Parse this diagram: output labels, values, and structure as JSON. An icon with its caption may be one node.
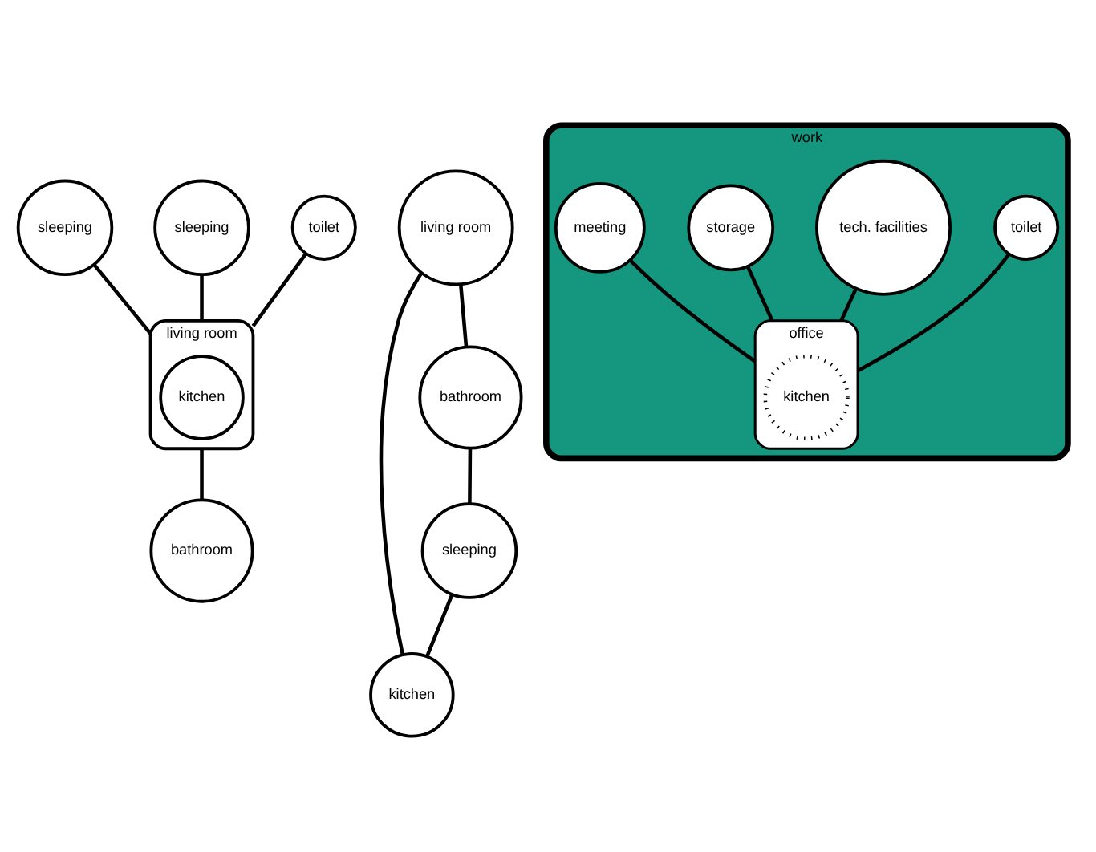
{
  "diagram": {
    "nodes": [
      {
        "text": [
          "living room"
        ]
      },
      {
        "text": [
          "sleeping"
        ]
      },
      {
        "text": [
          "sleeping"
        ]
      },
      {
        "text": [
          "toilet"
        ]
      },
      {
        "text": [
          "kitchen"
        ],
        "in": 0
      },
      {
        "text": [
          "bathroom"
        ]
      },
      {
        "text": [
          "living room"
        ]
      },
      {
        "text": [
          "kitchen"
        ]
      },
      {
        "text": [
          "bathroom"
        ]
      },
      {
        "text": [
          "sleeping"
        ]
      },
      {
        "text": [
          "work"
        ]
      },
      {
        "text": [
          "office"
        ],
        "in": 10
      },
      {
        "text": [
          "kitchen"
        ],
        "in": 11
      },
      {
        "text": [
          "toilet"
        ],
        "in": 10
      },
      {
        "text": [
          "tech. facilities"
        ],
        "in": 10
      },
      {
        "text": [
          "storage"
        ],
        "in": 10
      },
      {
        "text": [
          "meeting"
        ],
        "in": 10
      }
    ],
    "edges": [
      {
        "from": 1,
        "to": 0,
        "arrow": "none"
      },
      {
        "from": 2,
        "to": 0,
        "arrow": "none"
      },
      {
        "from": 3,
        "to": 0,
        "arrow": "none"
      },
      {
        "from": 0,
        "to": 5,
        "arrow": "none"
      },
      {
        "from": 6,
        "to": 7,
        "arrow": "none"
      },
      {
        "from": 6,
        "to": 8,
        "arrow": "none"
      },
      {
        "from": 8,
        "to": 9,
        "arrow": "none"
      },
      {
        "from": 9,
        "to": 7,
        "arrow": "none"
      },
      {
        "from": 13,
        "to": 11,
        "arrow": "none"
      },
      {
        "from": 14,
        "to": 11,
        "arrow": "none"
      },
      {
        "from": 15,
        "to": 11,
        "arrow": "none"
      },
      {
        "from": 16,
        "to": 11,
        "arrow": "none"
      }
    ]
  }
}
